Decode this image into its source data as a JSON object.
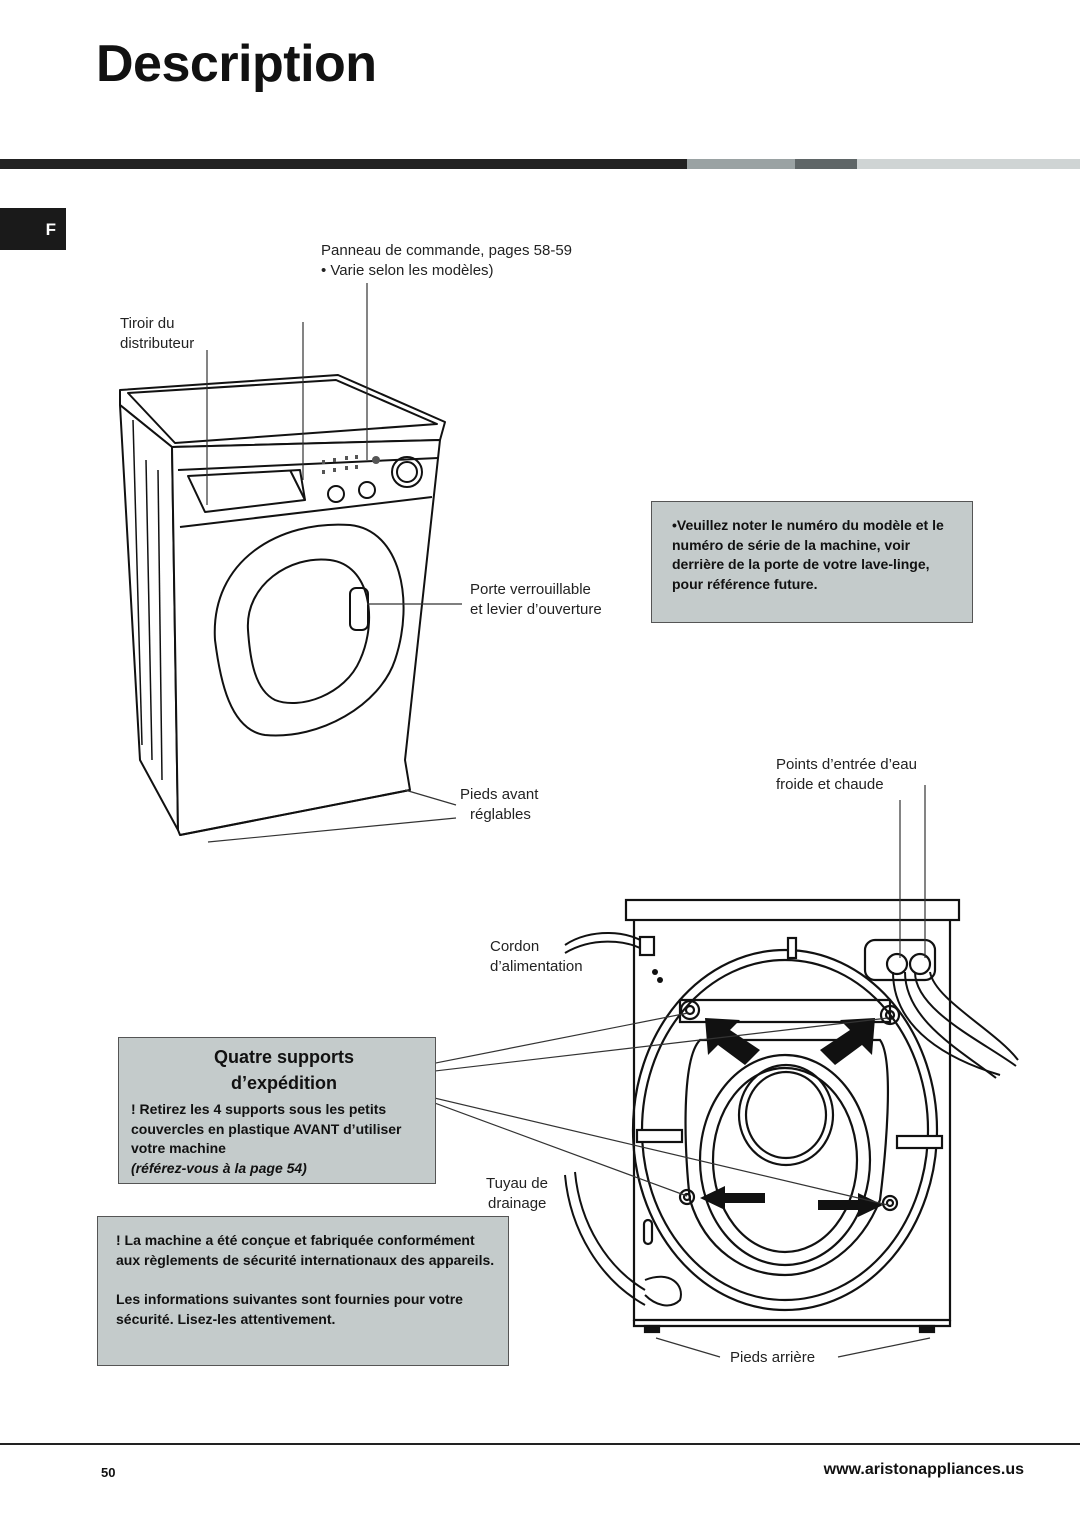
{
  "page": {
    "title": "Description",
    "language_tab": "F",
    "page_number": "50",
    "website": "www.aristonappliances.us"
  },
  "front_view_labels": {
    "control_panel": "Panneau de commande, pages 58-59",
    "control_panel_note": "• Varie selon les modèles)",
    "drawer_line1": "Tiroir du",
    "drawer_line2": "distributeur",
    "door_line1": "Porte verrouillable",
    "door_line2": "et levier d’ouverture",
    "front_feet_line1": "Pieds avant",
    "front_feet_line2": "réglables"
  },
  "rear_view_labels": {
    "water_inlets_line1": "Points d’entrée d’eau",
    "water_inlets_line2": "froide et chaude",
    "cord_line1": "Cordon",
    "cord_line2": "d’alimentation",
    "drain_line1": "Tuyau de",
    "drain_line2": "drainage",
    "rear_feet": "Pieds arrière"
  },
  "note_box": {
    "text": "•Veuillez noter le numéro du modèle et le numéro de série de la machine, voir derrière de la porte de votre lave-linge, pour référence future."
  },
  "shipping_box": {
    "heading_line1": "Quatre supports",
    "heading_line2": "d’expédition",
    "body": "! Retirez les 4 supports sous les petits couvercles en plastique AVANT d’utiliser votre machine",
    "ref": "(référez-vous à la page 54)"
  },
  "safety_box": {
    "para1": "! La machine a été conçue et fabriquée conformément aux règlements de sécurité internationaux des appareils.",
    "para2": "Les informations suivantes sont fournies pour votre sécurité. Lisez-les attentivement."
  }
}
